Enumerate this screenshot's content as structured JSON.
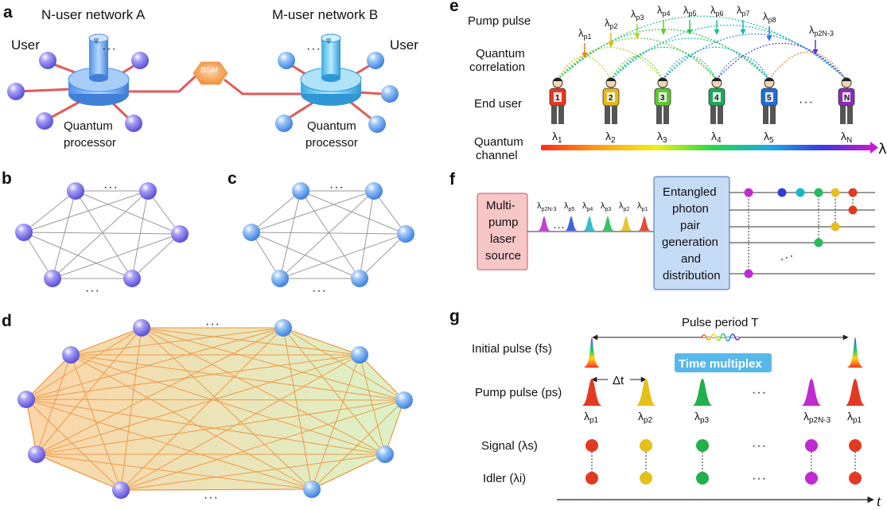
{
  "panels": {
    "a": "a",
    "b": "b",
    "c": "c",
    "d": "d",
    "e": "e",
    "f": "f",
    "g": "g"
  },
  "a": {
    "network_a_title": "N-user network A",
    "network_b_title": "M-user network B",
    "user_left": "User",
    "user_right": "User",
    "bsm": "BSM",
    "processor_a": [
      "Quantum",
      "processor"
    ],
    "processor_b": [
      "Quantum",
      "processor"
    ],
    "ellipsis": "···"
  },
  "bcd": {
    "ellipsis": "···"
  },
  "e": {
    "rows": {
      "pump_pulse": "Pump pulse",
      "quantum_correlation": [
        "Quantum",
        "correlation"
      ],
      "end_user": "End user",
      "quantum_channel": [
        "Quantum",
        "channel"
      ]
    },
    "pump_labels": [
      "λp1",
      "λp2",
      "λp3",
      "λp4",
      "λp5",
      "λp6",
      "λp7",
      "λp8",
      "λp2N-3"
    ],
    "pump_colors": [
      "#e8811a",
      "#e6b800",
      "#b9cf1a",
      "#5fcf2a",
      "#22c24a",
      "#21c28a",
      "#17b6c0",
      "#2a7fe0",
      "#5b35d5"
    ],
    "users": [
      "1",
      "2",
      "3",
      "4",
      "5",
      "N"
    ],
    "user_colors": [
      "#e23a22",
      "#e6b81f",
      "#5bc92d",
      "#1ea85c",
      "#1f6ed6",
      "#8b2bb8"
    ],
    "channel_labels": [
      "λ1",
      "λ2",
      "λ3",
      "λ4",
      "λ5",
      "λN"
    ],
    "axis_label": "λ",
    "ellipsis": "···"
  },
  "f": {
    "laser": [
      "Multi-",
      "pump",
      "laser",
      "source"
    ],
    "pulses": [
      "λp2N-3",
      "···",
      "λp5",
      "λp4",
      "λp3",
      "λp2",
      "λp1"
    ],
    "pulse_colors": [
      "#c02ad0",
      "#ffffff",
      "#2c4fd8",
      "#18b8c8",
      "#1fbd5a",
      "#e6c01a",
      "#e23a22"
    ],
    "box": [
      "Entangled",
      "photon",
      "pair",
      "generation",
      "and",
      "distribution"
    ],
    "ellipsis": "···"
  },
  "g": {
    "pulse_period": "Pulse period T",
    "initial_pulse": "Initial pulse (fs)",
    "time_multiplex": "Time multiplex",
    "pump_pulse": "Pump pulse (ps)",
    "delta_t": "Δt",
    "pump_labels": [
      "λp1",
      "λp2",
      "λp3",
      "λp2N-3",
      "λp1"
    ],
    "pump_colors": [
      "#e23a22",
      "#e6c01a",
      "#22b04a",
      "#c02ad0",
      "#e23a22"
    ],
    "signal": "Signal (λs)",
    "idler": "Idler (λi)",
    "axis": "t",
    "ellipsis": "···"
  }
}
